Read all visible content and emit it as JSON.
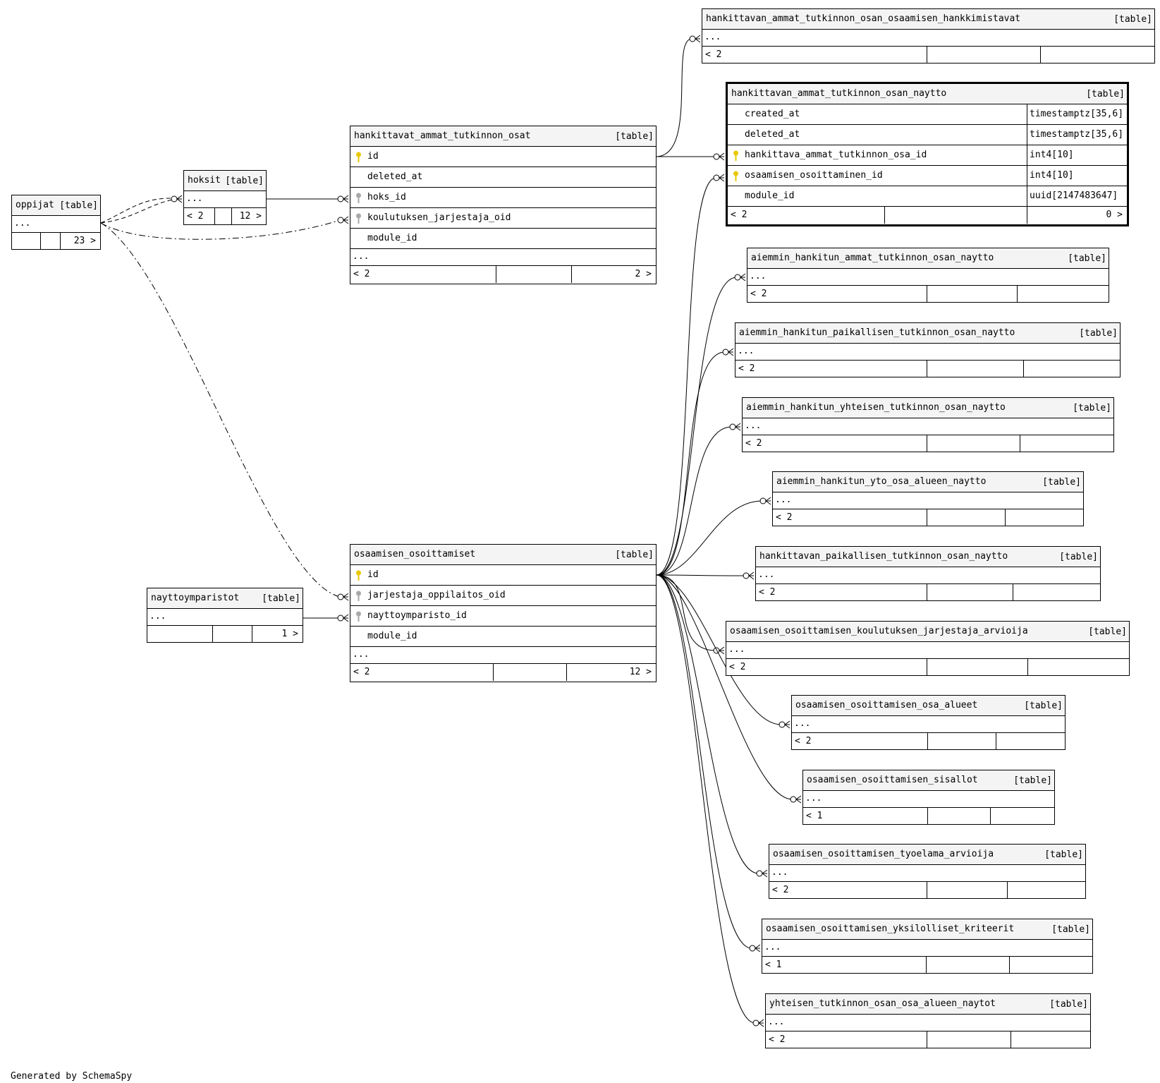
{
  "credit": "Generated by SchemaSpy",
  "kind_label": "[table]",
  "tables": {
    "oppijat": {
      "name": "oppijat",
      "dots": "...",
      "right_count": "23 >"
    },
    "hoksit": {
      "name": "hoksit",
      "dots": "...",
      "left_count": "< 2",
      "right_count": "12 >"
    },
    "hatos": {
      "name": "hankittavat_ammat_tutkinnon_osat",
      "columns": [
        {
          "name": "id",
          "key": "primary"
        },
        {
          "name": "deleted_at",
          "key": ""
        },
        {
          "name": "hoks_id",
          "key": "foreign"
        },
        {
          "name": "koulutuksen_jarjestaja_oid",
          "key": "foreign"
        },
        {
          "name": "module_id",
          "key": ""
        }
      ],
      "dots": "...",
      "left_count": "< 2",
      "right_count": "2 >"
    },
    "oo": {
      "name": "osaamisen_osoittamiset",
      "columns": [
        {
          "name": "id",
          "key": "primary"
        },
        {
          "name": "jarjestaja_oppilaitos_oid",
          "key": "foreign"
        },
        {
          "name": "nayttoymparisto_id",
          "key": "foreign"
        },
        {
          "name": "module_id",
          "key": ""
        }
      ],
      "dots": "...",
      "left_count": "< 2",
      "right_count": "12 >"
    },
    "ny": {
      "name": "nayttoymparistot",
      "dots": "...",
      "right_count": "1 >"
    },
    "focus": {
      "name": "hankittavan_ammat_tutkinnon_osan_naytto",
      "columns": [
        {
          "name": "created_at",
          "type": "timestamptz[35,6]",
          "key": ""
        },
        {
          "name": "deleted_at",
          "type": "timestamptz[35,6]",
          "key": ""
        },
        {
          "name": "hankittava_ammat_tutkinnon_osa_id",
          "type": "int4[10]",
          "key": "primary"
        },
        {
          "name": "osaamisen_osoittaminen_id",
          "type": "int4[10]",
          "key": "primary"
        },
        {
          "name": "module_id",
          "type": "uuid[2147483647]",
          "key": ""
        }
      ],
      "left_count": "< 2",
      "right_count": "0 >"
    },
    "children": [
      {
        "id": "hank_tapa",
        "name": "hankittavan_ammat_tutkinnon_osan_osaamisen_hankkimistavat",
        "dots": "...",
        "left_count": "< 2"
      },
      {
        "id": "aiemmin_ammat",
        "name": "aiemmin_hankitun_ammat_tutkinnon_osan_naytto",
        "dots": "...",
        "left_count": "< 2"
      },
      {
        "id": "aiemmin_paik",
        "name": "aiemmin_hankitun_paikallisen_tutkinnon_osan_naytto",
        "dots": "...",
        "left_count": "< 2"
      },
      {
        "id": "aiemmin_yht",
        "name": "aiemmin_hankitun_yhteisen_tutkinnon_osan_naytto",
        "dots": "...",
        "left_count": "< 2"
      },
      {
        "id": "aiemmin_yto",
        "name": "aiemmin_hankitun_yto_osa_alueen_naytto",
        "dots": "...",
        "left_count": "< 2"
      },
      {
        "id": "hank_paik",
        "name": "hankittavan_paikallisen_tutkinnon_osan_naytto",
        "dots": "...",
        "left_count": "< 2"
      },
      {
        "id": "oo_arvioija",
        "name": "osaamisen_osoittamisen_koulutuksen_jarjestaja_arvioija",
        "dots": "...",
        "left_count": "< 2"
      },
      {
        "id": "oo_osa_alueet",
        "name": "osaamisen_osoittamisen_osa_alueet",
        "dots": "...",
        "left_count": "< 2"
      },
      {
        "id": "oo_sisallot",
        "name": "osaamisen_osoittamisen_sisallot",
        "dots": "...",
        "left_count": "< 1"
      },
      {
        "id": "oo_tyoelama",
        "name": "osaamisen_osoittamisen_tyoelama_arvioija",
        "dots": "...",
        "left_count": "< 2"
      },
      {
        "id": "oo_kriteerit",
        "name": "osaamisen_osoittamisen_yksilolliset_kriteerit",
        "dots": "...",
        "left_count": "< 1"
      },
      {
        "id": "yht_naytot",
        "name": "yhteisen_tutkinnon_osan_osa_alueen_naytot",
        "dots": "...",
        "left_count": "< 2"
      }
    ]
  },
  "colors": {
    "header_bg": "#f4f4f4",
    "primary_key": "#e8c800",
    "foreign_key": "#a8a8a8",
    "line": "#000000"
  }
}
